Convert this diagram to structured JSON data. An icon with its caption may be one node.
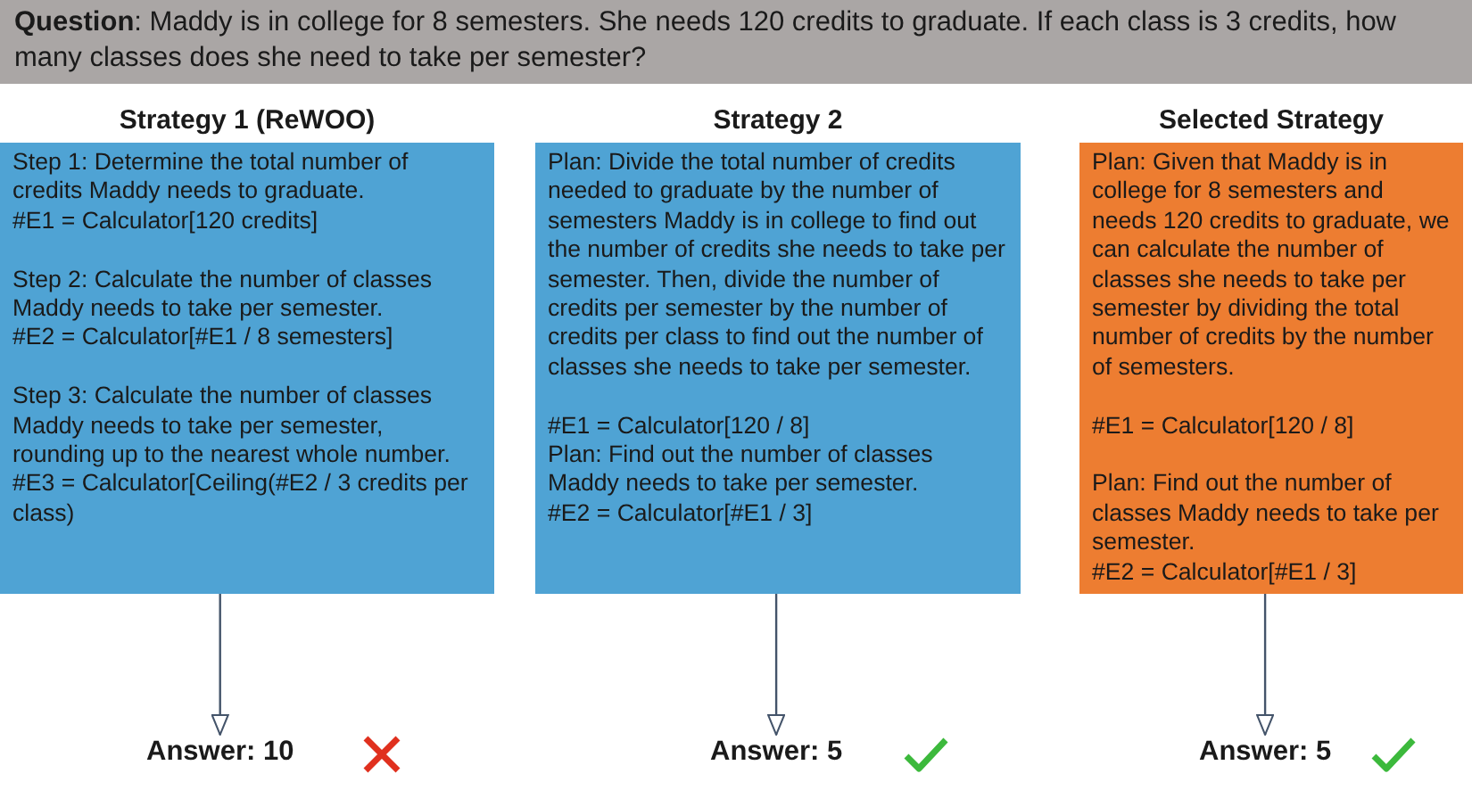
{
  "diagram": {
    "nodes": [
      {
        "text": [
          "**Question**: Maddy is in college for 8 semesters. She needs 120 credits to graduate. If each class is 3 credits, how many classes does she need to take per semester?"
        ]
      },
      {
        "text": [
          "Strategy 1 (ReWOO)",
          "Step 1: Determine the total number of credits Maddy needs to graduate.",
          "#E1 = Calculator[120 credits]",
          "Step 2: Calculate the number of classes Maddy needs to take per semester.",
          "#E2 = Calculator[#E1 / 8 semesters]",
          "Step 3: Calculate the number of classes Maddy needs to take per semester, rounding up to the nearest whole number.",
          "#E3 = Calculator[Ceiling(#E2 / 3 credits per class)"
        ]
      },
      {
        "text": [
          "Strategy 2",
          "Plan: Divide the total number of credits needed to graduate by the number of semesters Maddy is in college to find out the number of credits she needs to take per semester. Then, divide the number of credits per semester by the number of credits per class to find out the number of classes she needs to take per semester.",
          "#E1 = Calculator[120 / 8]",
          "Plan: Find out the number of classes Maddy needs to take per semester.",
          "#E2 = Calculator[#E1 / 3]"
        ]
      },
      {
        "text": [
          "Selected Strategy",
          "Plan: Given that Maddy is in college for 8 semesters and needs 120 credits to graduate, we can calculate the number of classes she needs to take per semester by dividing the total number of credits by the number of semesters.",
          "#E1 = Calculator[120 / 8]",
          "Plan: Find out the number of classes Maddy needs to take per semester.",
          "#E2 = Calculator[#E1 / 3]"
        ]
      },
      {
        "text": [
          "Answer: 10"
        ]
      },
      {
        "text": [
          "Answer: 5"
        ]
      },
      {
        "text": [
          "Answer: 5"
        ]
      }
    ],
    "edges": [
      {
        "from": 1,
        "to": 4,
        "arrow": "to"
      },
      {
        "from": 2,
        "to": 5,
        "arrow": "to"
      },
      {
        "from": 3,
        "to": 6,
        "arrow": "to"
      }
    ]
  }
}
